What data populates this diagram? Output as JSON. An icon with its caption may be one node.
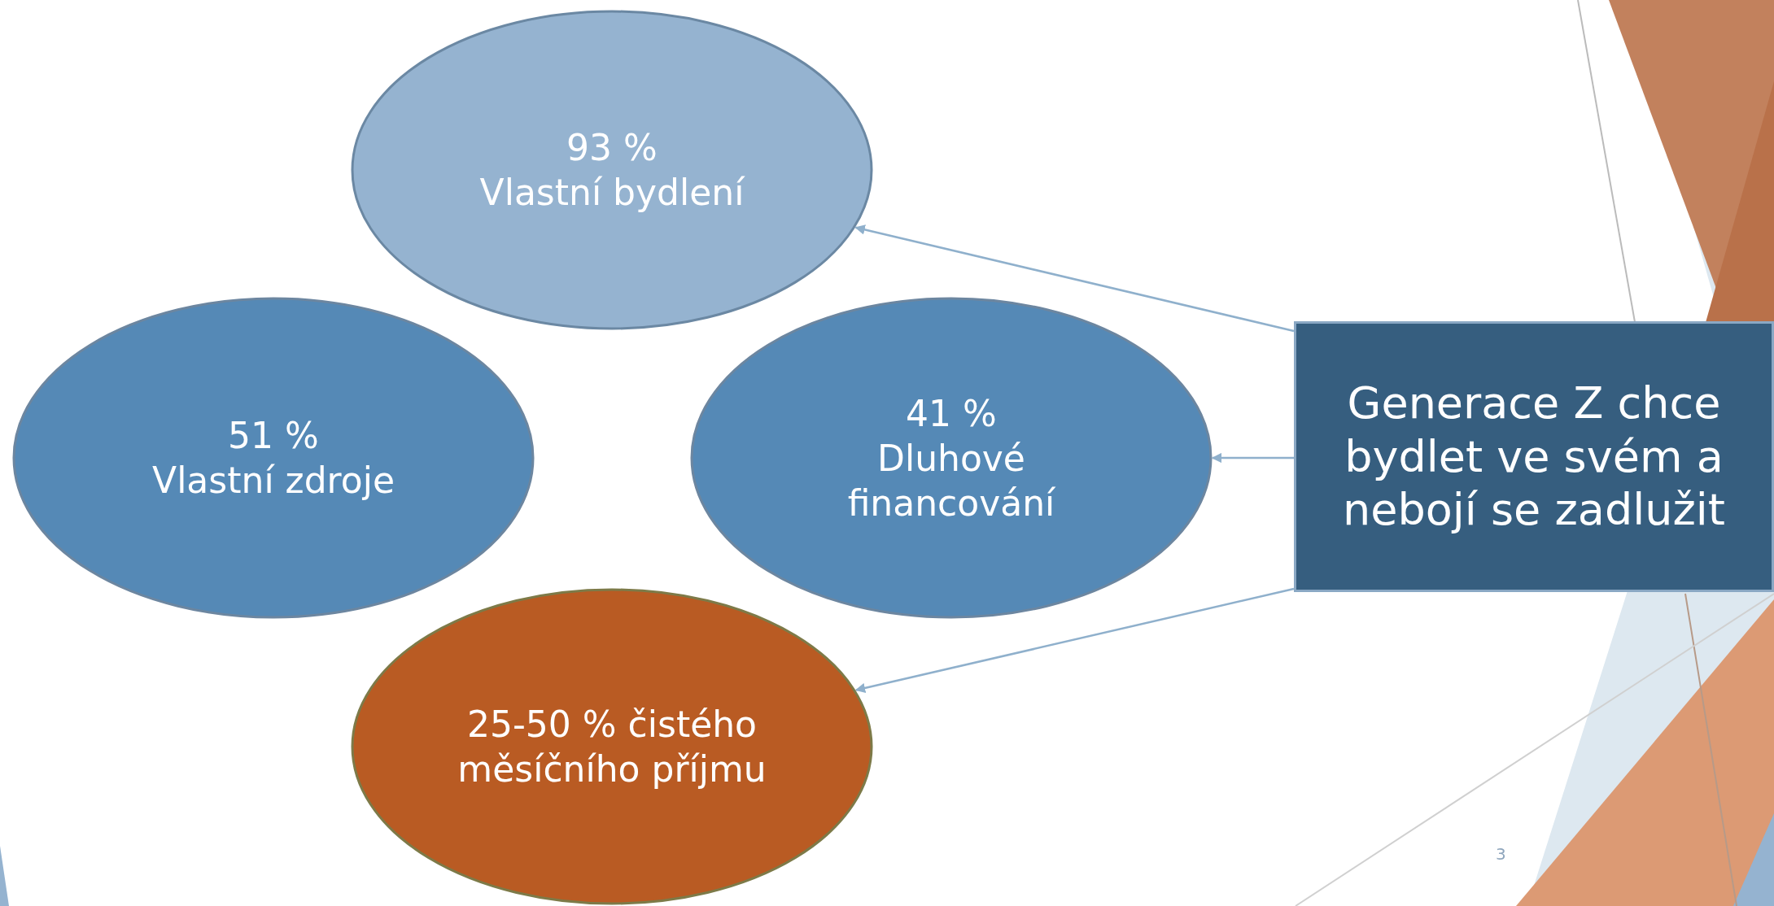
{
  "diagram": {
    "nodes": [
      {
        "text": [
          "93 %",
          "Vlastní bydlení"
        ]
      },
      {
        "text": [
          "51 %",
          "Vlastní zdroje"
        ]
      },
      {
        "text": [
          "41 %",
          "Dluhové financování"
        ]
      },
      {
        "text": [
          "Generace Z chce bydlet ve svém a nebojí se zadlužit"
        ]
      },
      {
        "text": [
          "25-50 % čistého měsíčního příjmu"
        ]
      }
    ],
    "edges": [
      {
        "from": 3,
        "to": 0,
        "arrow": "to"
      },
      {
        "from": 3,
        "to": 2,
        "arrow": "to"
      },
      {
        "from": 3,
        "to": 4,
        "arrow": "to"
      }
    ],
    "labels": [
      "3"
    ]
  }
}
